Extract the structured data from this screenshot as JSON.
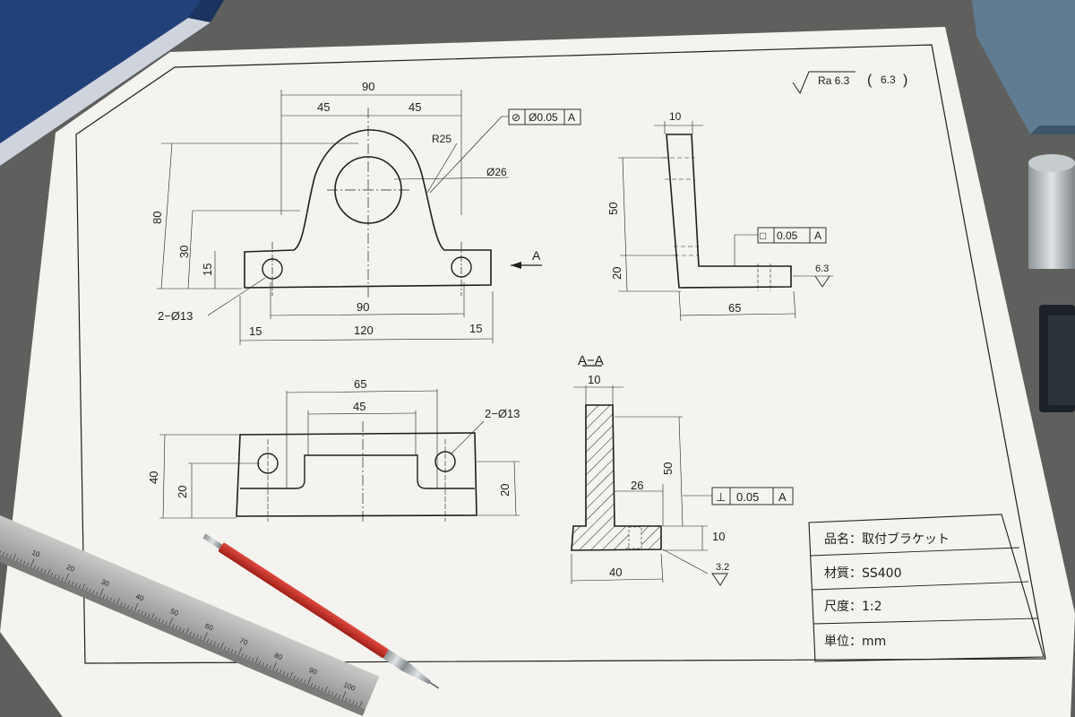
{
  "colors": {
    "desk": "#5f5f5d",
    "paper": "#f4f3ef",
    "ink": "#1e1e1e",
    "binder": "#1f3a6b",
    "pencil": "#c8322a",
    "ruler": "#a9aaa8"
  },
  "drawing": {
    "surface_roughness_header": {
      "ra": "Ra 6.3",
      "general": "6.3"
    },
    "front_view": {
      "dim_overall_top": "90",
      "dim_half_left": "45",
      "dim_half_right": "45",
      "runout_symbol": "⊘",
      "runout_value": "Ø0.05",
      "runout_datum": "A",
      "radius": "R25",
      "bore": "Ø26",
      "height_total": "80",
      "height_center": "30",
      "height_base": "15",
      "holes": "2−Ø13",
      "hole_spacing": "90",
      "overall_width": "120",
      "edge_left": "15",
      "edge_right": "15",
      "view_arrow": "A"
    },
    "side_view": {
      "web_thickness": "10",
      "height_upper": "50",
      "height_lower": "20",
      "flatness_symbol": "□",
      "flatness_value": "0.05",
      "flatness_datum": "A",
      "roughness": "6.3",
      "length": "65"
    },
    "top_view": {
      "length_outer": "65",
      "length_inner": "45",
      "holes": "2−Ø13",
      "depth": "40",
      "depth_center_left": "20",
      "depth_center_right": "20"
    },
    "section_view": {
      "title": "A−A",
      "web_thickness": "10",
      "height": "50",
      "offset": "26",
      "perp_symbol": "⊥",
      "perp_value": "0.05",
      "perp_datum": "A",
      "base_thickness": "10",
      "roughness": "3.2",
      "length": "40"
    },
    "title_block": {
      "name": "品名：取付ブラケット",
      "material": "材質：SS400",
      "scale": "尺度：1:2",
      "unit": "単位：mm"
    }
  },
  "ruler_marks": [
    "10",
    "20",
    "30",
    "40",
    "50",
    "60",
    "70",
    "80",
    "90",
    "100"
  ]
}
